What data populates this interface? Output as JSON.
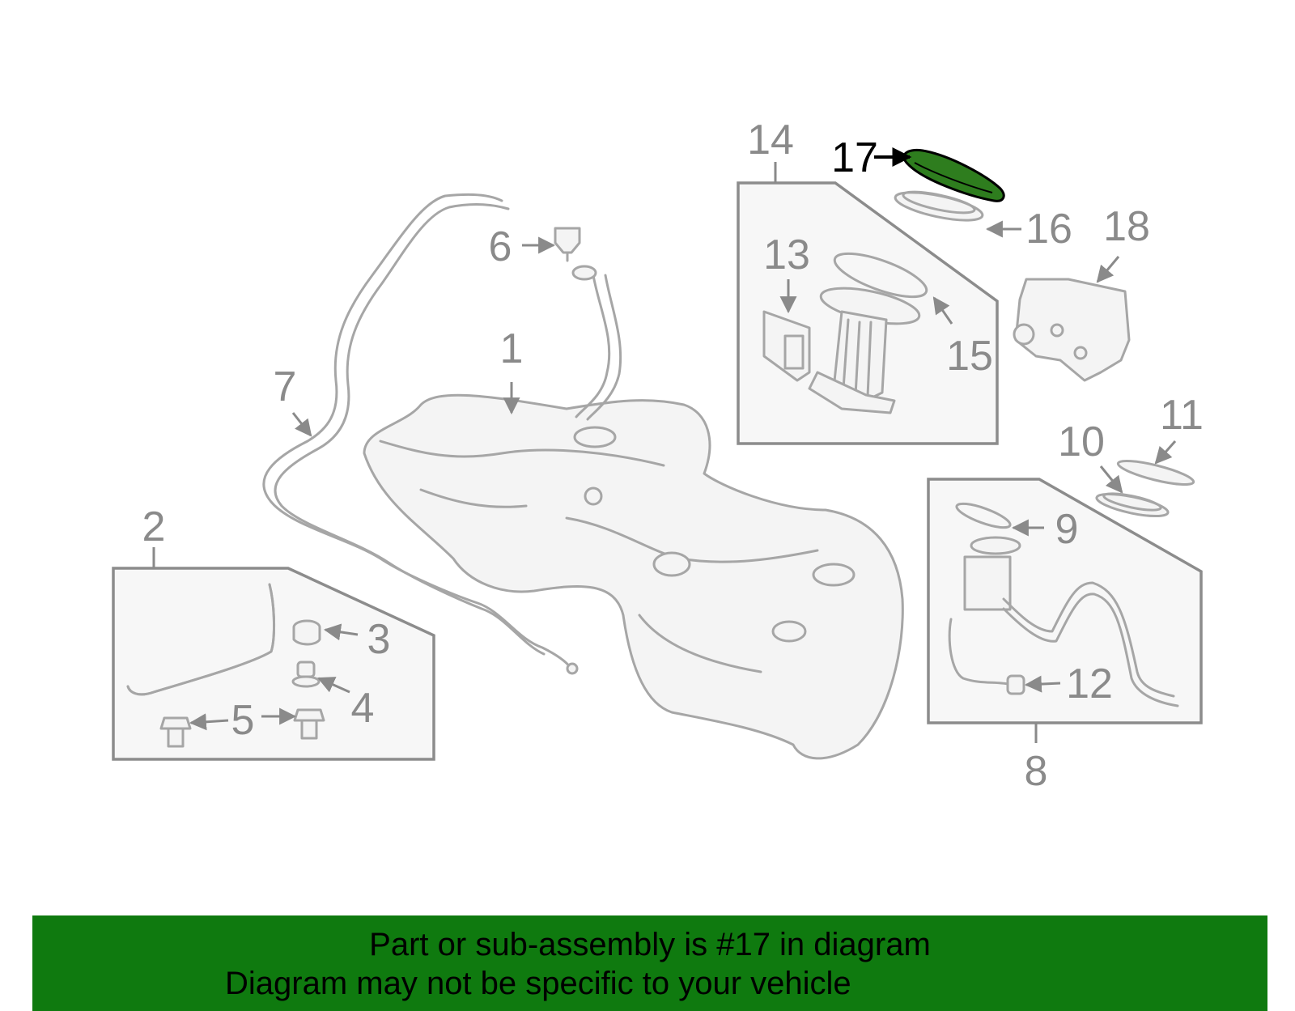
{
  "diagram": {
    "highlighted_part": "17",
    "highlight_color": "#2e7d1e",
    "labels": [
      "1",
      "2",
      "3",
      "4",
      "5",
      "6",
      "7",
      "8",
      "9",
      "10",
      "11",
      "12",
      "13",
      "14",
      "15",
      "16",
      "17",
      "18"
    ]
  },
  "footer": {
    "line1": "Part or sub-assembly is #17 in diagram",
    "line2": "Diagram may not be specific to your vehicle",
    "background": "#0f7a0f"
  }
}
